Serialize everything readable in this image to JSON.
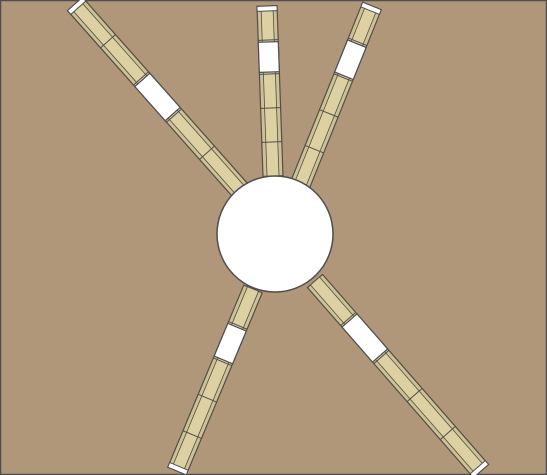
{
  "colors": {
    "ground": "#b0977a",
    "outline": "#4e4e4e",
    "track": "#cfc290",
    "track_light": "#ddd0a2",
    "white": "#ffffff"
  },
  "hub": {
    "icon": "turntable-hub"
  },
  "tracks": [
    {
      "name": "track-northwest",
      "segments": [
        "rail",
        "rail",
        "white",
        "rail",
        "rail"
      ]
    },
    {
      "name": "track-north",
      "segments": [
        "rail",
        "rail",
        "rail",
        "white",
        "rail"
      ]
    },
    {
      "name": "track-northeast",
      "segments": [
        "rail",
        "rail",
        "rail",
        "white",
        "rail"
      ]
    },
    {
      "name": "track-southwest",
      "segments": [
        "rail",
        "white",
        "rail",
        "rail",
        "rail"
      ]
    },
    {
      "name": "track-southeast",
      "segments": [
        "rail",
        "white",
        "rail",
        "rail",
        "rail"
      ]
    }
  ]
}
